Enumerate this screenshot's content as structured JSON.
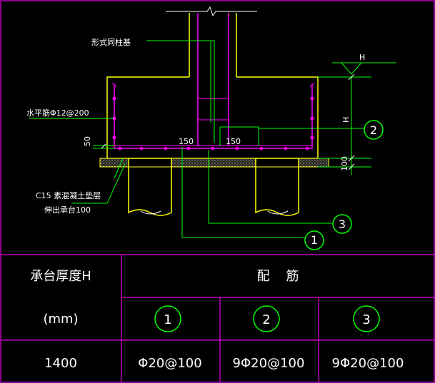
{
  "labels": {
    "column_form": "形式同柱基",
    "horizontal_bar": "水平筋Φ12@200",
    "dim_50": "50",
    "dim_150_left": "150",
    "dim_150_right": "150",
    "dim_100": "100",
    "elev_H": "H",
    "height_H": "H",
    "cushion_line1": "C15 素混凝土垫层",
    "cushion_line2": "伸出承台100",
    "callout_1": "1",
    "callout_2": "2",
    "callout_3": "3"
  },
  "table": {
    "header_thickness": "承台厚度H",
    "header_unit": "(mm)",
    "header_rebar": "配    筋",
    "col1": "1",
    "col2": "2",
    "col3": "3",
    "row_thickness": "1400",
    "row_r1": "Φ20@100",
    "row_r2": "9Φ20@100",
    "row_r3": "9Φ20@100"
  },
  "colors": {
    "background": "#000000",
    "frame": "#c000c0",
    "concrete": "#ffff00",
    "rebar": "#ff00ff",
    "leader": "#00ff00",
    "text": "#ffffff",
    "hatch": "#ffffcc"
  }
}
